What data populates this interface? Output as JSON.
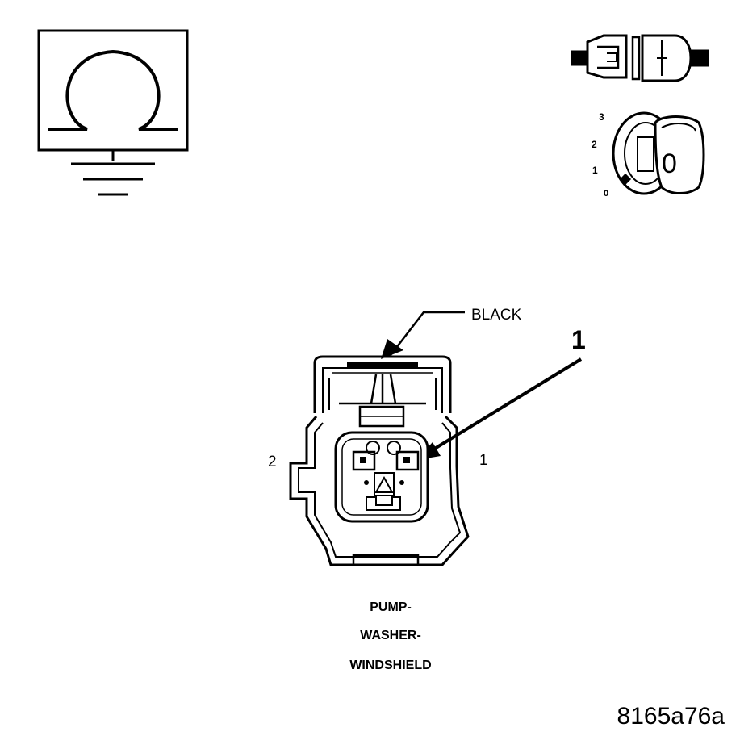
{
  "icons": {
    "ohmmeter": "ohmmeter-ground-icon",
    "connector": "disconnect-connector-icon",
    "ignition": "ignition-switch-key-icon"
  },
  "ignition_scale": [
    "3",
    "2",
    "1",
    "0"
  ],
  "ignition_key_label": "0",
  "callouts": {
    "color": "BLACK",
    "terminal_ref": "1"
  },
  "cavity_labels": {
    "left": "2",
    "right": "1"
  },
  "component_name": [
    "PUMP-",
    "WASHER-",
    "WINDSHIELD"
  ],
  "figure_id": "8165a76a"
}
